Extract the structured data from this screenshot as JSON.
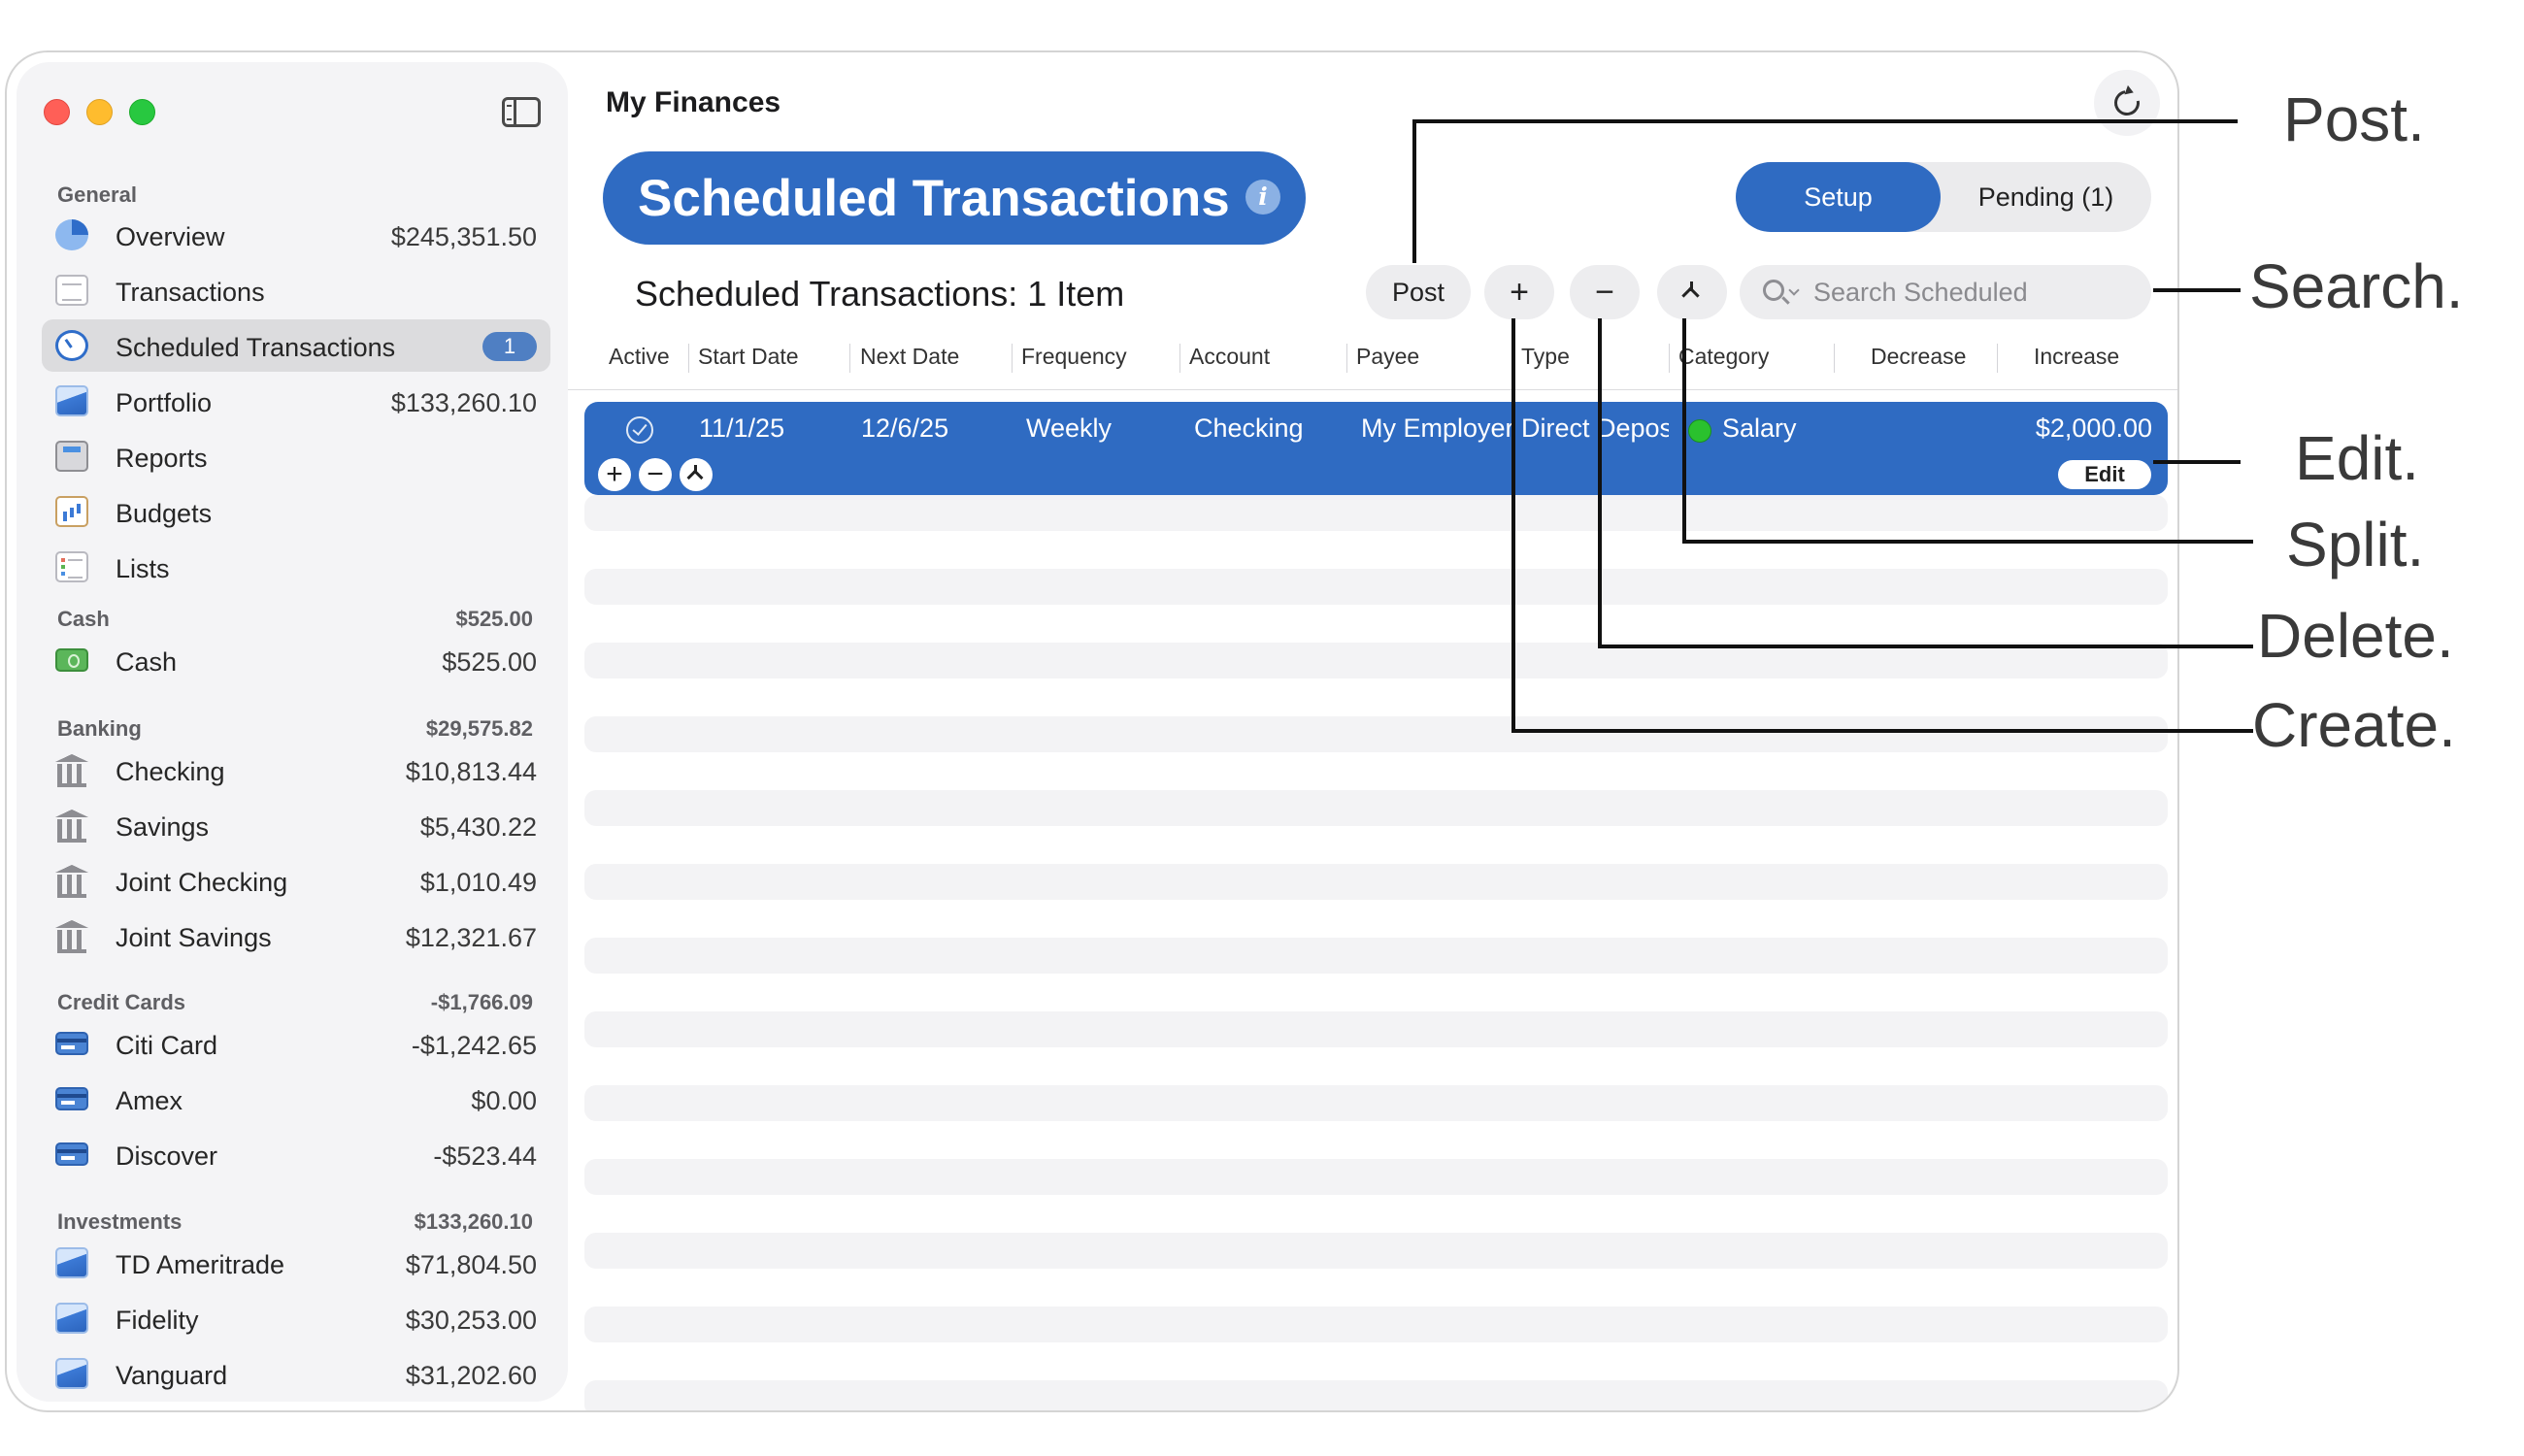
{
  "window": {
    "title": "My Finances"
  },
  "sidebar": {
    "sections": [
      {
        "header": "General",
        "total": ""
      },
      {
        "header": "Cash",
        "total": "$525.00"
      },
      {
        "header": "Banking",
        "total": "$29,575.82"
      },
      {
        "header": "Credit Cards",
        "total": "-$1,766.09"
      },
      {
        "header": "Investments",
        "total": "$133,260.10"
      }
    ],
    "items": [
      {
        "label": "Overview",
        "amount": "$245,351.50",
        "icon": "overview-pie-icon"
      },
      {
        "label": "Transactions",
        "amount": "",
        "icon": "transactions-document-icon"
      },
      {
        "label": "Scheduled Transactions",
        "badge": "1",
        "icon": "scheduled-clock-icon"
      },
      {
        "label": "Portfolio",
        "amount": "$133,260.10",
        "icon": "portfolio-chart-icon"
      },
      {
        "label": "Reports",
        "amount": "",
        "icon": "reports-calculator-icon"
      },
      {
        "label": "Budgets",
        "amount": "",
        "icon": "budgets-bar-icon"
      },
      {
        "label": "Lists",
        "amount": "",
        "icon": "lists-icon"
      },
      {
        "label": "Cash",
        "amount": "$525.00",
        "icon": "cash-icon"
      },
      {
        "label": "Checking",
        "amount": "$10,813.44",
        "icon": "bank-icon"
      },
      {
        "label": "Savings",
        "amount": "$5,430.22",
        "icon": "bank-icon"
      },
      {
        "label": "Joint Checking",
        "amount": "$1,010.49",
        "icon": "bank-icon"
      },
      {
        "label": "Joint Savings",
        "amount": "$12,321.67",
        "icon": "bank-icon"
      },
      {
        "label": "Citi Card",
        "amount": "-$1,242.65",
        "icon": "credit-card-icon"
      },
      {
        "label": "Amex",
        "amount": "$0.00",
        "icon": "credit-card-icon"
      },
      {
        "label": "Discover",
        "amount": "-$523.44",
        "icon": "credit-card-icon"
      },
      {
        "label": "TD Ameritrade",
        "amount": "$71,804.50",
        "icon": "investment-chart-icon"
      },
      {
        "label": "Fidelity",
        "amount": "$30,253.00",
        "icon": "investment-chart-icon"
      },
      {
        "label": "Vanguard",
        "amount": "$31,202.60",
        "icon": "investment-chart-icon"
      }
    ]
  },
  "main": {
    "heading": "Scheduled Transactions",
    "info_icon": "i",
    "segments": {
      "setup": "Setup",
      "pending": "Pending (1)"
    },
    "count_label": "Scheduled Transactions: 1 Item",
    "toolbar": {
      "post": "Post",
      "add": "+",
      "delete": "−"
    },
    "search": {
      "placeholder": "Search Scheduled",
      "value": ""
    },
    "columns": [
      "Active",
      "Start Date",
      "Next Date",
      "Frequency",
      "Account",
      "Payee",
      "Type",
      "Category",
      "Decrease",
      "Increase"
    ],
    "rows": [
      {
        "start_date": "11/1/25",
        "next_date": "12/6/25",
        "frequency": "Weekly",
        "account": "Checking",
        "payee": "My Employer",
        "type": "Direct Deposit",
        "category": "Salary",
        "decrease": "",
        "increase": "$2,000.00",
        "row_add": "+",
        "row_delete": "−",
        "edit_label": "Edit"
      }
    ]
  },
  "annotations": {
    "post": "Post.",
    "search": "Search.",
    "edit": "Edit.",
    "split": "Split.",
    "delete": "Delete.",
    "create": "Create."
  },
  "colors": {
    "accent": "#2f6bc2",
    "badge": "#4f7fc3",
    "category_dot": "#2ac12e"
  }
}
